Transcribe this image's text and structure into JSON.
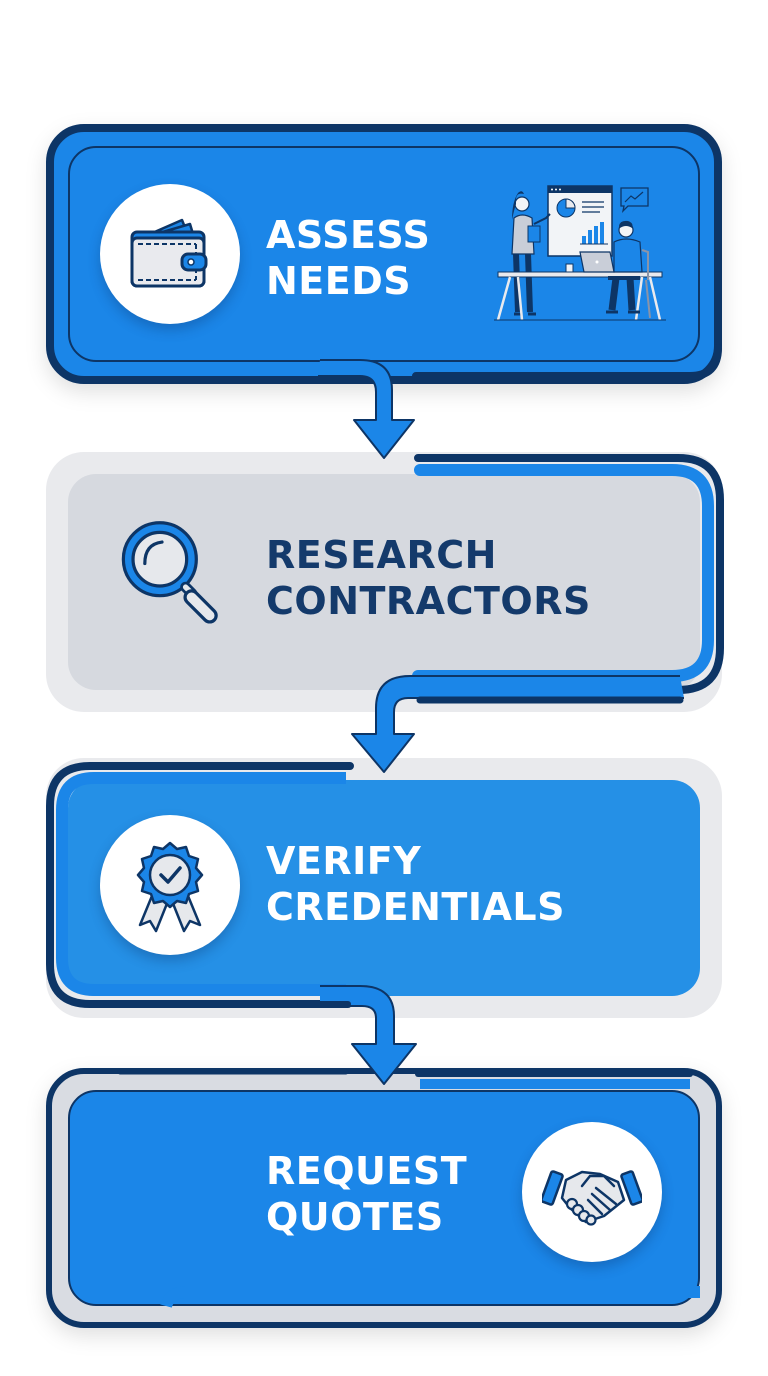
{
  "diagram": {
    "type": "vertical-process-flow",
    "colors": {
      "primary_blue": "#1b86e8",
      "dark_navy": "#0d3566",
      "light_gray": "#e9eaed",
      "mid_gray": "#d6d9df",
      "white": "#ffffff"
    },
    "steps": [
      {
        "title": "ASSESS\nNEEDS",
        "icon": "wallet-icon",
        "illustration": "team-meeting-illustration",
        "style": "blue"
      },
      {
        "title": "RESEARCH\nCONTRACTORS",
        "icon": "magnifying-glass-icon",
        "style": "gray"
      },
      {
        "title": "VERIFY\nCREDENTIALS",
        "icon": "award-badge-icon",
        "style": "blue"
      },
      {
        "title": "REQUEST\nQUOTES",
        "icon": "handshake-icon",
        "style": "blue"
      }
    ],
    "connectors": [
      {
        "from": 1,
        "to": 2,
        "icon": "arrow-down-icon"
      },
      {
        "from": 2,
        "to": 3,
        "icon": "arrow-down-icon"
      },
      {
        "from": 3,
        "to": 4,
        "icon": "arrow-down-icon"
      }
    ]
  }
}
